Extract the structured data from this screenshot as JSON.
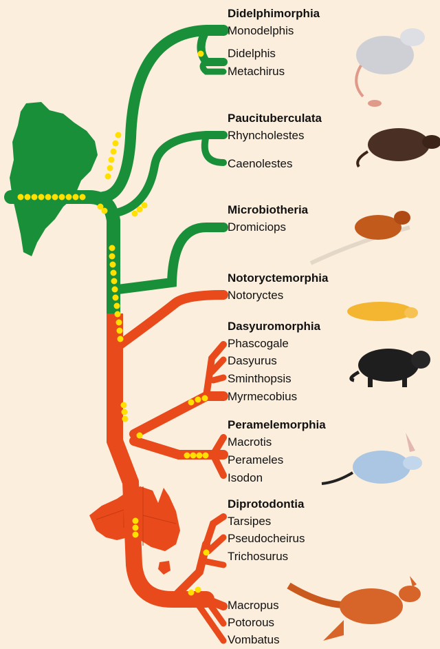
{
  "colors": {
    "background": "#fbeedd",
    "south_american_lineage": "#1a8f3a",
    "australian_lineage": "#e84a1c",
    "marker": "#ffe000"
  },
  "diagram": {
    "type": "phylogenetic-tree",
    "maps": [
      "south-america-map",
      "australia-map"
    ],
    "orders": [
      {
        "name": "Didelphimorphia",
        "genera": [
          "Monodelphis",
          "Didelphis",
          "Metachirus"
        ],
        "animal": "opossum-illustration"
      },
      {
        "name": "Paucituberculata",
        "genera": [
          "Rhyncholestes",
          "Caenolestes"
        ],
        "animal": "shrew-opossum-illustration"
      },
      {
        "name": "Microbiotheria",
        "genera": [
          "Dromiciops"
        ],
        "animal": "monito-del-monte-illustration"
      },
      {
        "name": "Notoryctemorphia",
        "genera": [
          "Notoryctes"
        ],
        "animal": "marsupial-mole-illustration"
      },
      {
        "name": "Dasyuromorphia",
        "genera": [
          "Phascogale",
          "Dasyurus",
          "Sminthopsis",
          "Myrmecobius"
        ],
        "animal": "tasmanian-devil-illustration"
      },
      {
        "name": "Peramelemorphia",
        "genera": [
          "Macrotis",
          "Perameles",
          "Isodon"
        ],
        "animal": "bilby-illustration"
      },
      {
        "name": "Diprotodontia",
        "genera": [
          "Tarsipes",
          "Pseudocheirus",
          "Trichosurus",
          "Macropus",
          "Potorous",
          "Vombatus"
        ],
        "animal": "kangaroo-illustration"
      }
    ]
  }
}
